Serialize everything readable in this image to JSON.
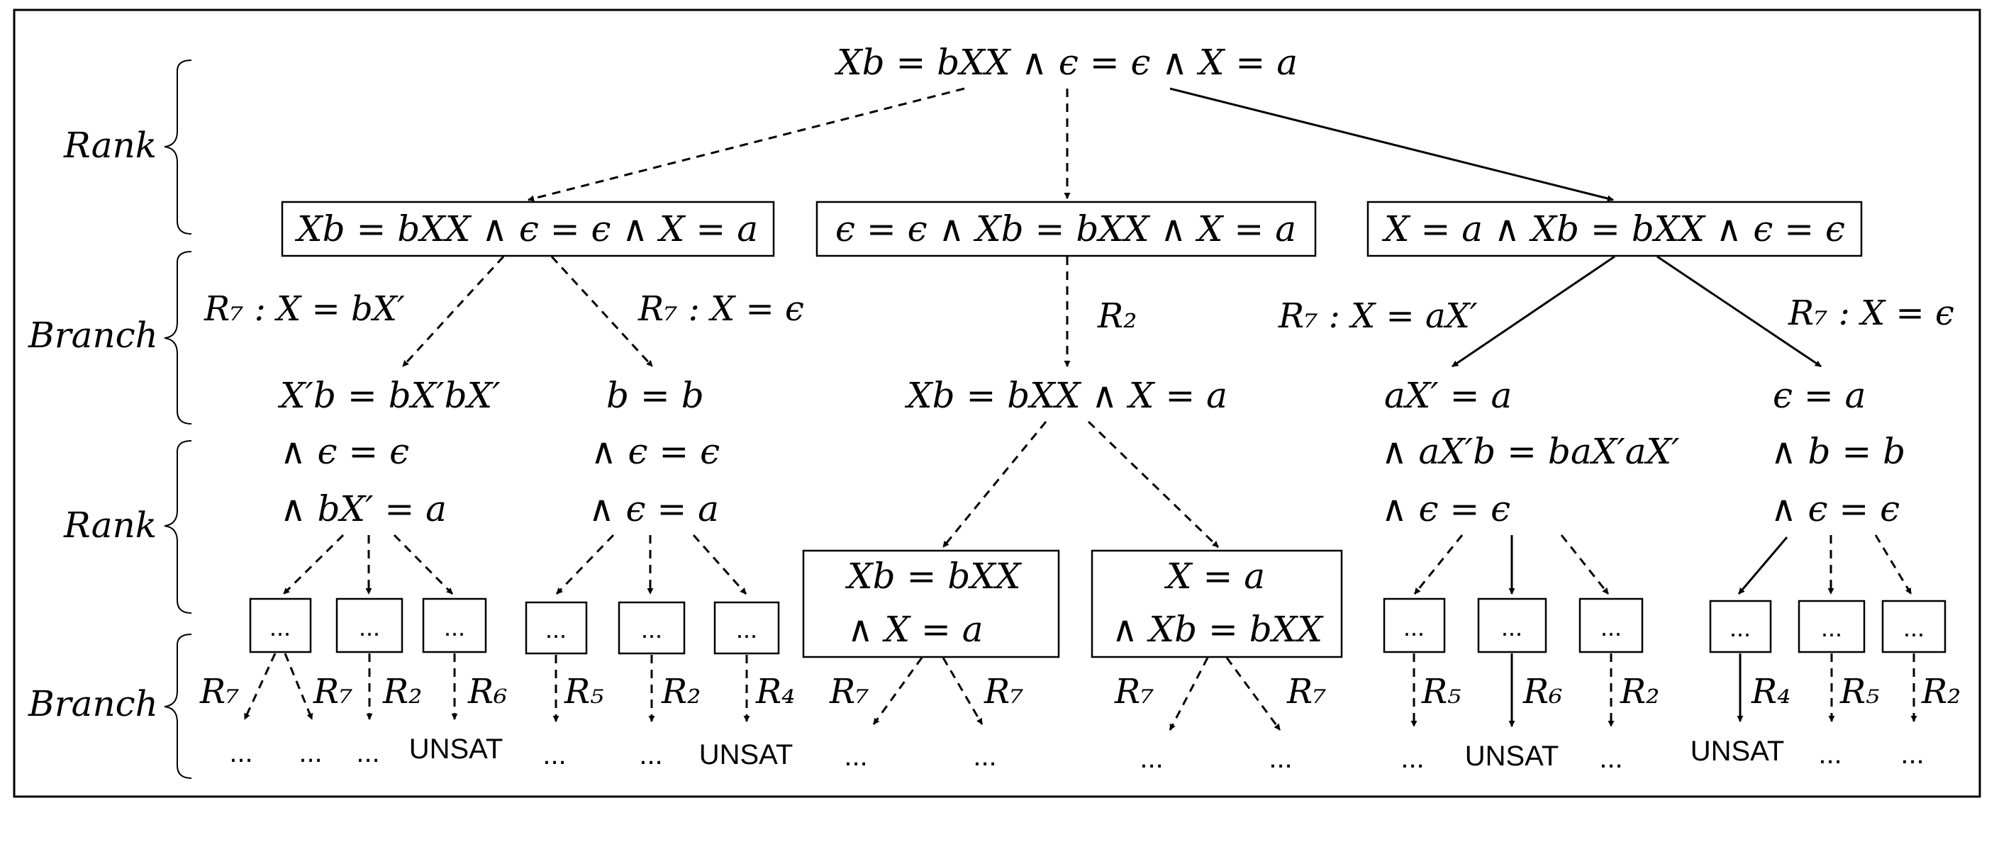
{
  "sides": {
    "rank": "Rank",
    "branch": "Branch"
  },
  "root": "Xb = bXX ∧ ϵ = ϵ ∧ X = a",
  "level1": [
    "Xb = bXX ∧ ϵ = ϵ ∧ X = a",
    "ϵ = ϵ ∧ Xb = bXX ∧ X = a",
    "X = a ∧ Xb = bXX ∧ ϵ = ϵ"
  ],
  "branch1": {
    "left_rule_a": "R₇ : X = bX′",
    "left_rule_b": "R₇ : X = ϵ",
    "mid_rule": "R₂",
    "right_rule_a": "R₇ : X = aX′",
    "right_rule_b": "R₇ : X = ϵ"
  },
  "level2": {
    "a": [
      "X′b = bX′bX′",
      "∧ ϵ = ϵ",
      "∧ bX′ = a"
    ],
    "b": [
      "b = b",
      "∧ ϵ = ϵ",
      "∧ ϵ = a"
    ],
    "c": [
      "Xb = bXX ∧ X = a"
    ],
    "d": [
      "aX′ = a",
      "∧ aX′b = baX′aX′",
      "∧ ϵ = ϵ"
    ],
    "e": [
      "ϵ = a",
      "∧ b = b",
      "∧ ϵ = ϵ"
    ]
  },
  "level3_boxes": {
    "c1": [
      "Xb = bXX",
      "∧ X = a"
    ],
    "c2": [
      "X = a",
      "∧ Xb = bXX"
    ]
  },
  "ellipsis": "...",
  "unsat": "UNSAT",
  "rules": {
    "r7": "R₇",
    "r2": "R₂",
    "r6": "R₆",
    "r5": "R₅",
    "r4": "R₄"
  }
}
